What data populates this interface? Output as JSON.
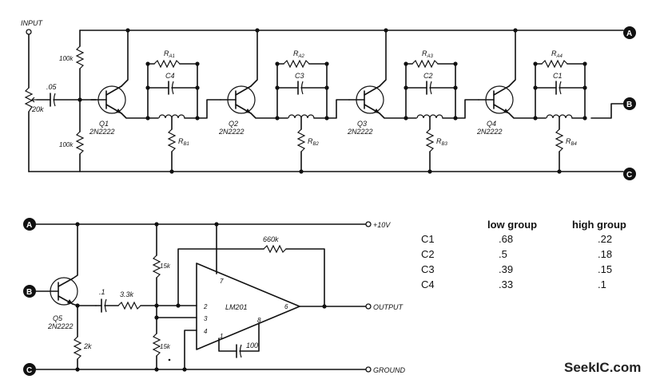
{
  "labels": {
    "input": "INPUT",
    "r_100k_top": "100k",
    "r_100k_bot": "100k",
    "pot_20k": "20k",
    "cap_05": ".05",
    "q1": "Q1",
    "q2": "Q2",
    "q3": "Q3",
    "q4": "Q4",
    "q5": "Q5",
    "q_type": "2N2222",
    "ra1": "R",
    "ra1_sub": "A1",
    "ra2": "R",
    "ra2_sub": "A2",
    "ra3": "R",
    "ra3_sub": "A3",
    "ra4": "R",
    "ra4_sub": "A4",
    "rb1": "R",
    "rb1_sub": "B1",
    "rb2": "R",
    "rb2_sub": "B2",
    "rb3": "R",
    "rb3_sub": "B3",
    "rb4": "R",
    "rb4_sub": "B4",
    "c1": "C1",
    "c2": "C2",
    "c3": "C3",
    "c4": "C4",
    "plus10v": "+10V",
    "output": "OUTPUT",
    "ground": "GROUND",
    "r_660k": "660k",
    "r_15k_top": "15k",
    "r_15k_bot": "15k",
    "r_2k": "2k",
    "cap_1": ".1",
    "r_33k": "3.3k",
    "opamp": "LM201",
    "cap_100": "100",
    "pin2": "2",
    "pin3": "3",
    "pin4": "4",
    "pin6": "6",
    "pin7": "7",
    "pin8": "8",
    "pin1": "1"
  },
  "terminals": {
    "a": "A",
    "b": "B",
    "c": "C"
  },
  "table": {
    "header_low": "low group",
    "header_high": "high group",
    "rows": [
      {
        "name": "C1",
        "low": ".68",
        "high": ".22"
      },
      {
        "name": "C2",
        "low": ".5",
        "high": ".18"
      },
      {
        "name": "C3",
        "low": ".39",
        "high": ".15"
      },
      {
        "name": "C4",
        "low": ".33",
        "high": ".1"
      }
    ]
  },
  "watermark": "SeekIC.com"
}
